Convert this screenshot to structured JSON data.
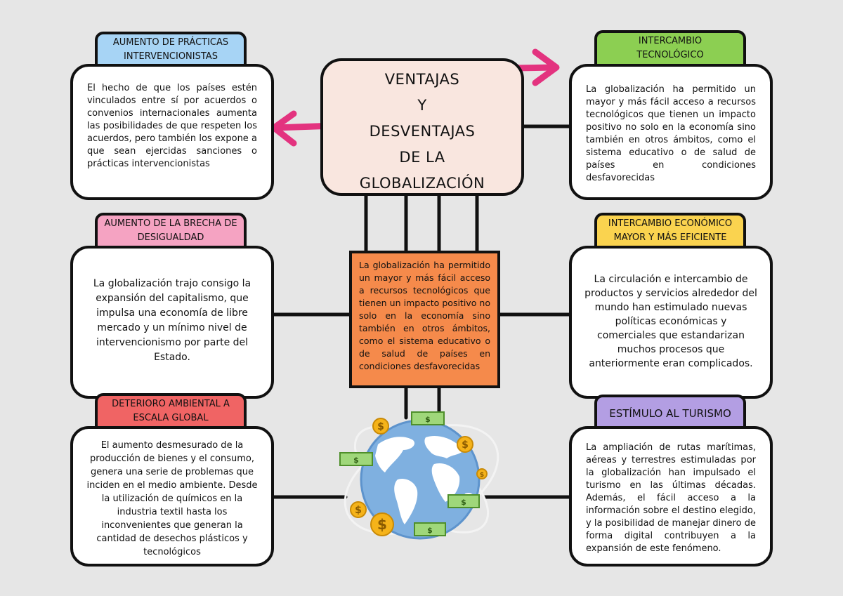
{
  "title": [
    "VENTAJAS",
    "Y",
    "DESVENTAJAS",
    "DE LA",
    "GLOBALIZACIÓN"
  ],
  "center_text": "La globalización ha permitido un mayor y más fácil acceso a recursos tecnológicos que tienen un impacto positivo no solo en la economía sino también en otros ámbitos, como el sistema educativo o de salud de países en condiciones desfavorecidas",
  "nodes": {
    "practicas": {
      "title": [
        "AUMENTO DE PRÁCTICAS",
        "INTERVENCIONISTAS"
      ],
      "text": "El hecho de que los países estén vinculados entre sí por acuerdos o convenios internacionales aumenta las posibilidades de que respeten los acuerdos, pero también los expone a que sean ejercidas sanciones o prácticas intervencionistas",
      "color": "#a7d4f5"
    },
    "intercambio_tec": {
      "title": [
        "INTERCAMBIO",
        "TECNOLÓGICO"
      ],
      "text": "La globalización ha permitido un mayor y más fácil acceso a recursos tecnológicos que tienen un impacto positivo no solo en la economía sino también en otros ámbitos, como el sistema educativo o de salud de países en condiciones desfavorecidas",
      "color": "#8ccf52"
    },
    "brecha": {
      "title": [
        "AUMENTO DE LA BRECHA DE",
        "DESIGUALDAD"
      ],
      "text": "La globalización trajo consigo la expansión del capitalismo, que impulsa una economía de libre mercado y un mínimo nivel de intervencionismo por parte del Estado.",
      "color": "#f5a3c2"
    },
    "intercambio_eco": {
      "title": [
        "INTERCAMBIO ECONÓMICO",
        "MAYOR Y MÁS EFICIENTE"
      ],
      "text": "La circulación e intercambio de productos y servicios alrededor del mundo han estimulado nuevas políticas económicas y comerciales que estandarizan muchos procesos que anteriormente eran complicados.",
      "color": "#fad34f"
    },
    "ambiental": {
      "title": [
        "DETERIORO AMBIENTAL A",
        "ESCALA GLOBAL"
      ],
      "text": "El aumento desmesurado de la producción de bienes y el consumo, genera una serie de problemas que inciden en el medio ambiente. Desde la utilización de químicos en la industria textil hasta los inconvenientes que generan la cantidad de desechos plásticos y tecnológicos",
      "color": "#f06464"
    },
    "turismo": {
      "title": [
        "ESTÍMULO AL TURISMO"
      ],
      "text": "La ampliación de rutas marítimas, aéreas y terrestres estimuladas por la globalización han impulsado el turismo en las últimas décadas. Además, el fácil acceso a la información sobre el destino elegido, y la posibilidad de manejar dinero de forma digital contribuyen a la expansión de este fenómeno.",
      "color": "#b39ee3"
    }
  },
  "colors": {
    "arrow": "#e3337f",
    "title_bg": "#f9e6df",
    "center_bg": "#f58a4b",
    "globe_ocean": "#7fb0e0",
    "globe_land": "#ffffff"
  },
  "icons": [
    "arrow-left-icon",
    "arrow-right-icon",
    "globe-icon",
    "coin-icon",
    "banknote-icon"
  ]
}
